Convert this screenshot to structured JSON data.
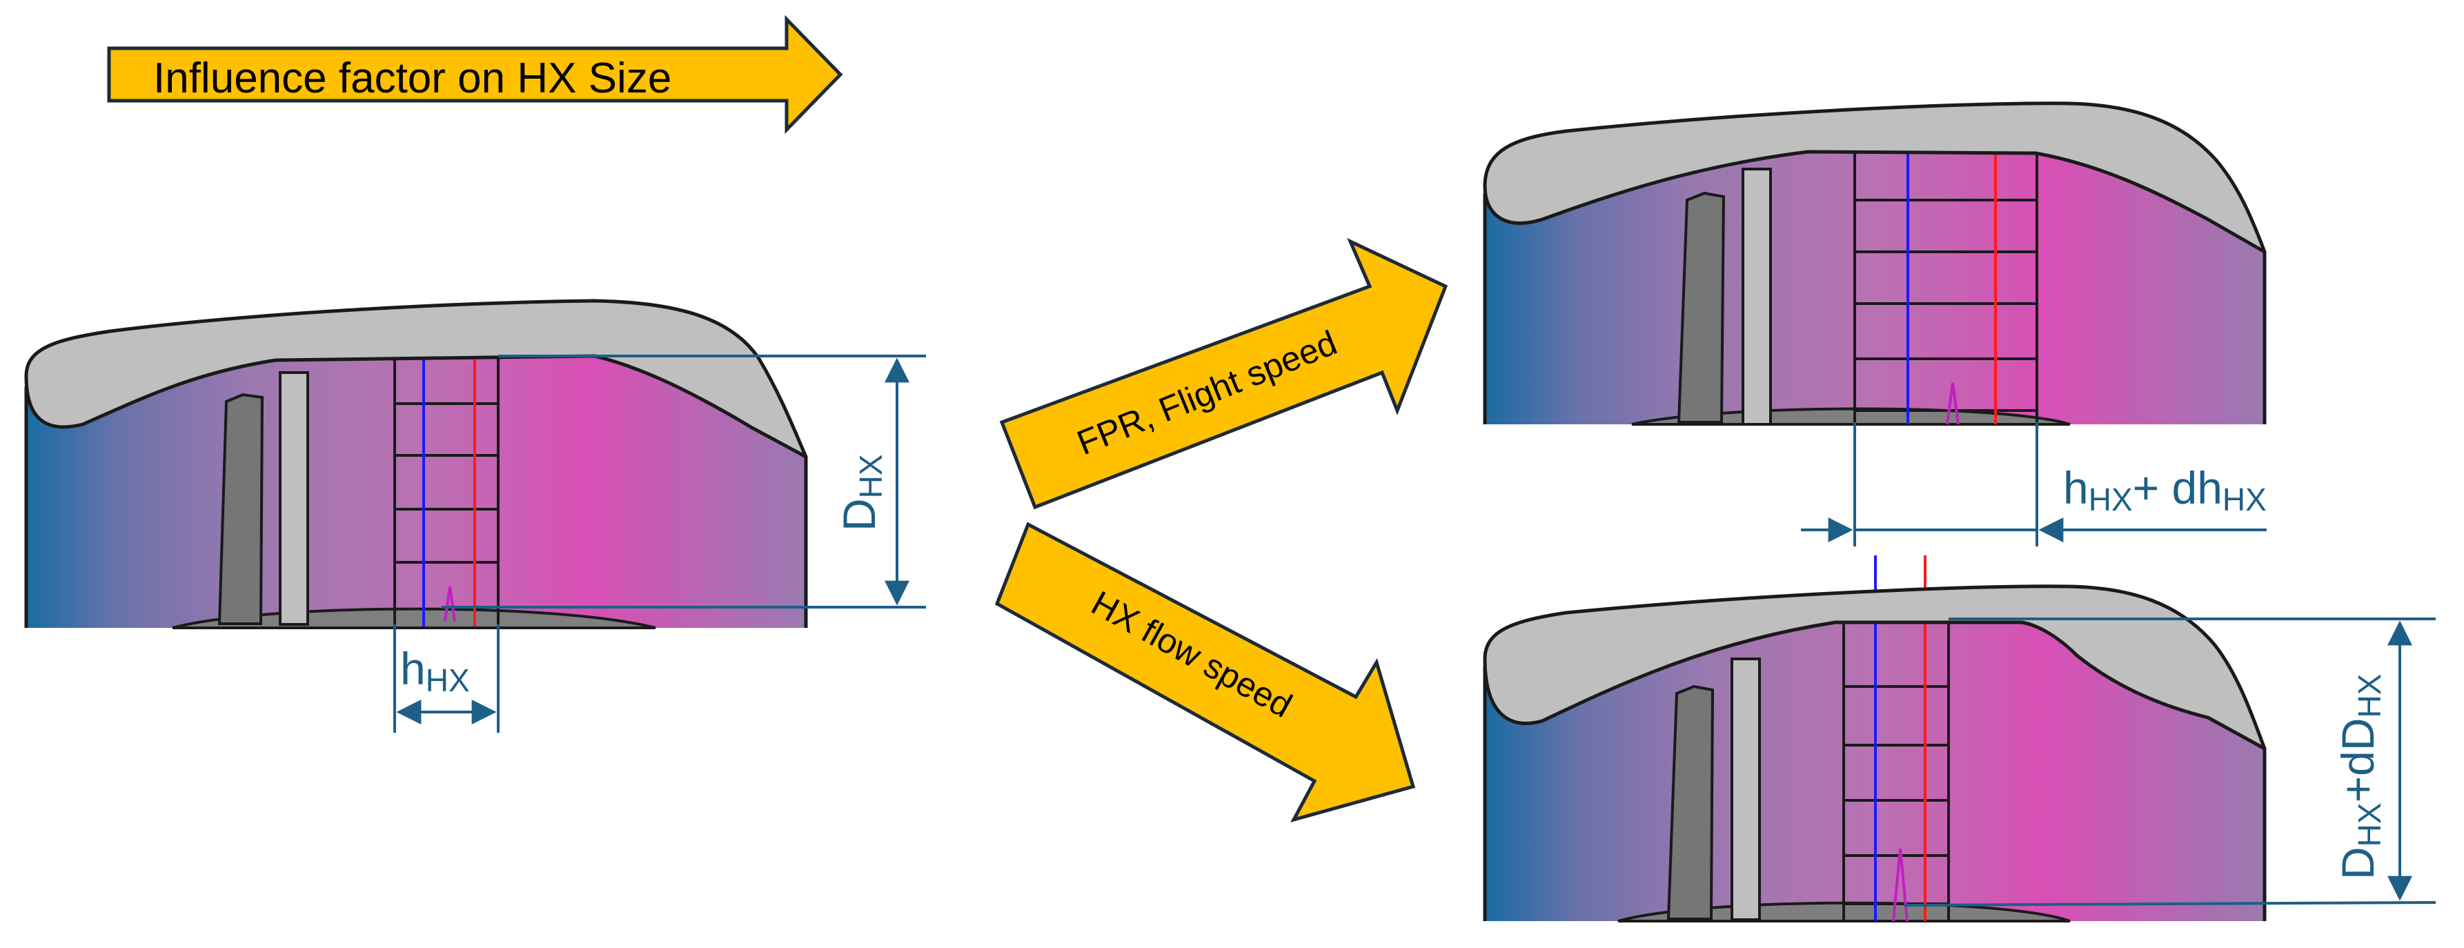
{
  "title_arrow": {
    "label": "Influence factor on HX Size"
  },
  "arrow_fpr": {
    "label": "FPR, Flight speed"
  },
  "arrow_hx_flow": {
    "label": "HX flow speed"
  },
  "base": {
    "dim_height": {
      "main": "D",
      "sub": "HX"
    },
    "dim_width": {
      "main": "h",
      "sub": "HX"
    }
  },
  "top_variant": {
    "dim_width": {
      "main1": "h",
      "sub1": "HX",
      "main2": "+ dh",
      "sub2": "HX"
    }
  },
  "bottom_variant": {
    "dim_height": {
      "main1": "D",
      "sub1": "HX",
      "main2": "+dD",
      "sub2": "HX"
    }
  },
  "colors": {
    "arrow_fill": "#ffc000",
    "dimension": "#1d5f86",
    "nacelle": "#bfbfbf",
    "strut": "#767676",
    "hub": "#7f7f7f",
    "duct_left": "#1a6ba3",
    "duct_mid": "#9a78b0",
    "duct_pink": "#d94fb5",
    "line_blue": "#1a1aff",
    "line_red": "#ff1a1a"
  }
}
